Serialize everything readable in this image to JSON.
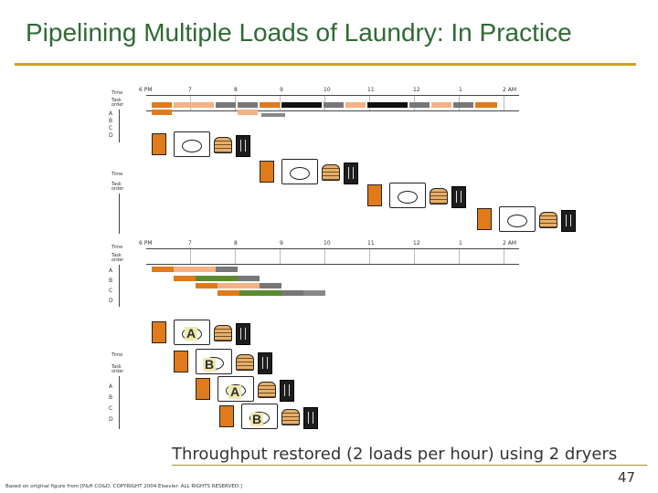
{
  "slide": {
    "title": "Pipelining Multiple Loads of Laundry: In Practice",
    "caption": "Throughput restored (2 loads per hour) using 2 dryers",
    "footnote": "Based on original figure from [P&H CO&D, COPYRIGHT 2004 Elsevier. ALL RIGHTS RESERVED.]",
    "page_number": "47"
  },
  "diagram_top": {
    "time_ticks": [
      "6 PM",
      "7",
      "8",
      "9",
      "10",
      "11",
      "12",
      "1",
      "2 AM"
    ],
    "time_label": "Time",
    "order_label": "Task order",
    "task_rows": [
      "A",
      "B",
      "C",
      "D"
    ]
  },
  "diagram_bottom": {
    "time_ticks": [
      "6 PM",
      "7",
      "8",
      "9",
      "10",
      "11",
      "12",
      "1",
      "2 AM"
    ],
    "time_label": "Time",
    "order_label": "Task order",
    "task_rows": [
      "A",
      "B",
      "C",
      "D"
    ],
    "stage_labels": [
      "A",
      "B",
      "A",
      "B"
    ]
  },
  "colors": {
    "title": "#2f6a33",
    "rule": "#c9a227",
    "washer_stage": "#e07a1b",
    "dryer_stage": "#f4b183",
    "dryer_b_stage": "#5a8a2e",
    "fold_stage": "#777777",
    "store_stage": "#111111"
  }
}
